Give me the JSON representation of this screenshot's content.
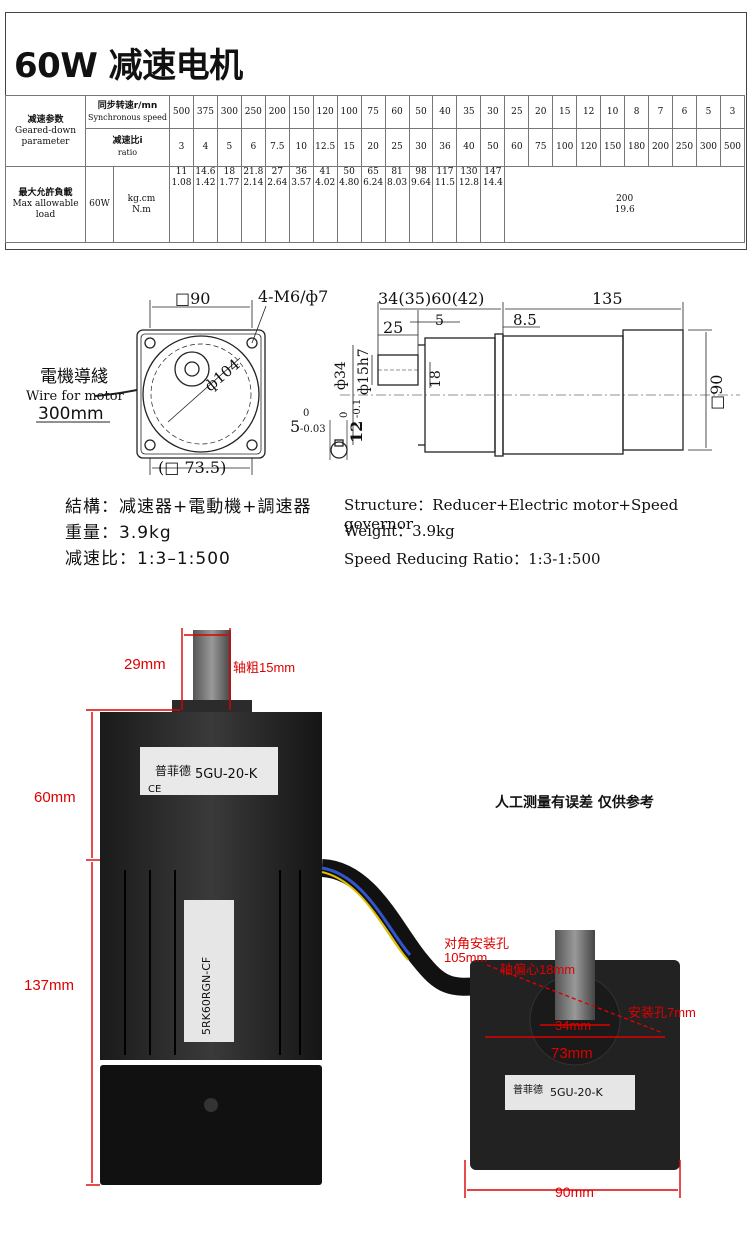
{
  "title": "60W 减速电机",
  "table": {
    "param_cn": "减速参数",
    "param_en": "Geared-down parameter",
    "speed_cn": "同步转速r/mn",
    "speed_en": "Synchronous speed",
    "ratio_cn": "减速比i",
    "ratio_en": "ratio",
    "speeds": [
      "500",
      "375",
      "300",
      "250",
      "200",
      "150",
      "120",
      "100",
      "75",
      "60",
      "50",
      "40",
      "35",
      "30",
      "25",
      "20",
      "15",
      "12",
      "10",
      "8",
      "7",
      "6",
      "5",
      "3"
    ],
    "ratios": [
      "3",
      "4",
      "5",
      "6",
      "7.5",
      "10",
      "12.5",
      "15",
      "20",
      "25",
      "30",
      "36",
      "40",
      "50",
      "60",
      "75",
      "100",
      "120",
      "150",
      "180",
      "200",
      "250",
      "300",
      "500"
    ],
    "load_cn": "最大允許負載",
    "load_en": "Max allowable load",
    "power": "60W",
    "unit1": "kg.cm",
    "unit2": "N.m",
    "kgcm": [
      "11",
      "14.6",
      "18",
      "21.8",
      "27",
      "36",
      "41",
      "50",
      "65",
      "81",
      "98",
      "117",
      "130",
      "147"
    ],
    "nm": [
      "1.08",
      "1.42",
      "1.77",
      "2.14",
      "2.64",
      "3.57",
      "4.02",
      "4.80",
      "6.24",
      "8.03",
      "9.64",
      "11.5",
      "12.8",
      "14.4"
    ],
    "max_kgcm": "200",
    "max_nm": "19.6"
  },
  "drawing": {
    "sq90": "□90",
    "holes": "4-M6/ф7",
    "dia104": "ф104",
    "wire_cn": "電機導綫",
    "wire_en": "Wire for motor",
    "wire_len": "300mm",
    "sq735": "(□ 73.5)",
    "dims_top": "34(35)60(42)",
    "d135": "135",
    "d25": "25",
    "d5": "5",
    "d85": "8.5",
    "d34": "ф34",
    "d15": "ф15h7",
    "d18": "18",
    "d90": "□90",
    "key5": "5",
    "key5_tol": "0",
    "key5_tol2": "-0.03",
    "key12": "12",
    "key12_tol": "0",
    "key12_tol2": "-0.1"
  },
  "specs": {
    "structure_cn": "結構：减速器+電動機+調速器",
    "weight_cn": "重量：3.9kg",
    "ratio_cn": "减速比：1:3–1:500",
    "structure_en": "Structure：Reducer+Electric motor+Speed governor",
    "weight_en": "Weight：3.9kg",
    "ratio_en": "Speed Reducing Ratio：1:3-1:500"
  },
  "photo": {
    "shaft_len": "29mm",
    "shaft_dia": "轴粗15mm",
    "gear_len": "60mm",
    "motor_len": "137mm",
    "note": "人工测量有误差  仅供参考",
    "diag_hole": "对角安装孔",
    "diag_hole_val": "105mm",
    "offset": "轴偏心18mm",
    "mount_hole": "安装孔7mm",
    "d34": "34mm",
    "d73": "73mm",
    "d90": "90mm",
    "brand": "普菲德",
    "model": "5GU-20-K",
    "motor_model": "5RK60RGN-CF",
    "ce": "CE"
  }
}
